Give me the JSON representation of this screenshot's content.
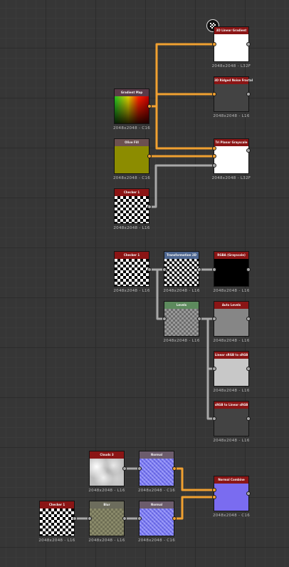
{
  "tool_icon": "checker-pattern-icon",
  "colors": {
    "wire_orange": "#f0a030",
    "wire_grey": "#a8a8a8",
    "header_red": "#8b1515",
    "header_blue": "#4d6690",
    "header_green": "#5d8a5d",
    "header_olive": "#6c6c5c",
    "header_dark": "#5a3a48"
  },
  "nodes": {
    "linear_gradient": {
      "title": "3D Linear Gradient",
      "size": "2048x2048 - L32F"
    },
    "ridged_noise": {
      "title": "3D Ridged Noise Fractal",
      "size": "2048x2048 - L16"
    },
    "gradient_map": {
      "title": "Gradient Map",
      "size": "2048x2048 - C16"
    },
    "olive_fill": {
      "title": "Olive Fill",
      "size": "2048x2048 - C16"
    },
    "planar_grayscale": {
      "title": "Tri Planar Grayscale",
      "size": "2048x2048 - L32F"
    },
    "checker_top": {
      "title": "Checker 1",
      "size": "2048x2048 - L16"
    },
    "checker_mid": {
      "title": "Checker 1",
      "size": "2048x2048 - L16"
    },
    "transform_2d": {
      "title": "Transformation 2D",
      "size": "2048x2048 - L16"
    },
    "grayscale_conv": {
      "title": "RGBA (Grayscale)",
      "size": "2048x2048 - L16"
    },
    "levels": {
      "title": "Levels",
      "size": "2048x2048 - L16"
    },
    "auto_levels": {
      "title": "Auto Levels",
      "size": "2048x2048 - L16"
    },
    "linear_srgb": {
      "title": "Linear sRGB to sRGB",
      "size": "2048x2048 - L16"
    },
    "srgb_linear": {
      "title": "sRGB to Linear sRGB",
      "size": "2048x2048 - L16"
    },
    "clouds": {
      "title": "Clouds 3",
      "size": "2048x2048 - L16"
    },
    "normal_top": {
      "title": "Normal",
      "size": "2048x2048 - C16"
    },
    "normal_combine": {
      "title": "Normal Combine",
      "size": "2048x2048 - C16"
    },
    "checker_bottom": {
      "title": "Checker 1",
      "size": "2048x2048 - L16"
    },
    "blur": {
      "title": "Blur",
      "size": "2048x2048 - L16"
    },
    "normal_bottom": {
      "title": "Normal",
      "size": "2048x2048 - C16"
    }
  }
}
